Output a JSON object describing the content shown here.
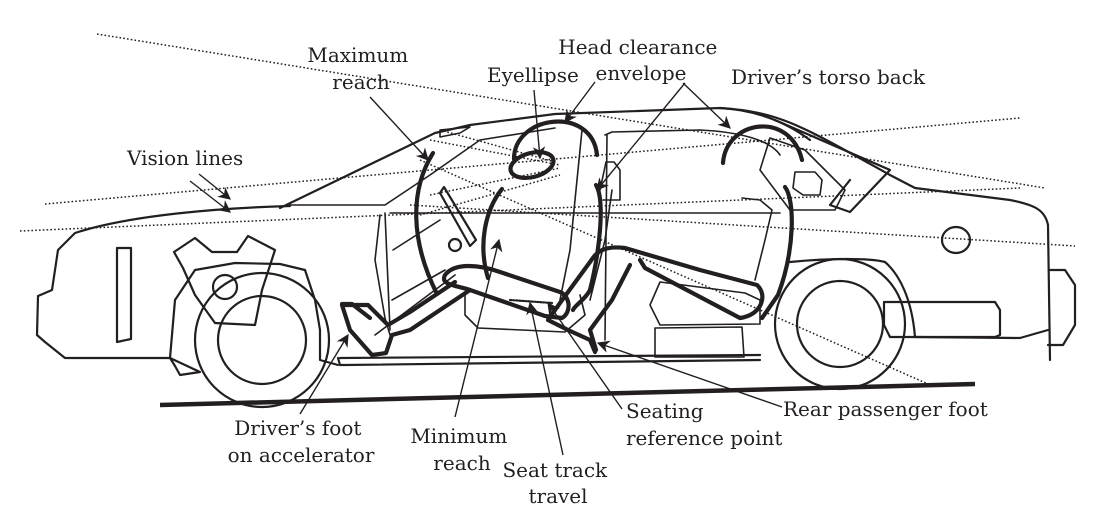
{
  "figure": {
    "title": "Vehicle occupant packaging reference diagram",
    "colors": {
      "ink": "#231f20",
      "background": "#ffffff"
    }
  },
  "labels": {
    "vision_lines": "Vision lines",
    "maximum_reach": [
      "Maximum",
      "reach"
    ],
    "eyellipse": "Eyellipse",
    "head_clearance_envelope": [
      "Head clearance",
      "envelope"
    ],
    "drivers_torso_back": "Driver’s torso back",
    "drivers_foot_on_accelerator": [
      "Driver’s foot",
      "on accelerator"
    ],
    "minimum_reach": [
      "Minimum",
      "reach"
    ],
    "seat_track_travel": [
      "Seat track",
      "travel"
    ],
    "seating_reference_point": [
      "Seating",
      "reference point"
    ],
    "rear_passenger_foot": "Rear passenger foot"
  }
}
